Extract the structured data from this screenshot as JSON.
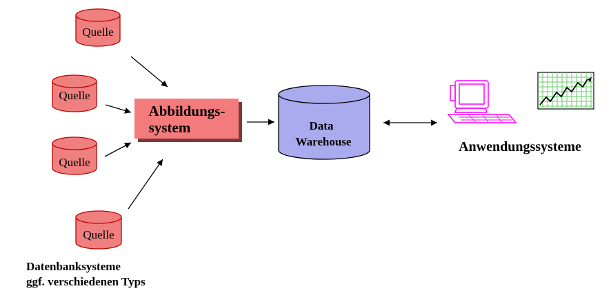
{
  "sources": {
    "label": "Quelle",
    "items": [
      {
        "label": "Quelle"
      },
      {
        "label": "Quelle"
      },
      {
        "label": "Quelle"
      },
      {
        "label": "Quelle"
      }
    ],
    "caption_line1": "Datenbanksysteme",
    "caption_line2": "ggf. verschiedenen Typs",
    "color": "#f08080"
  },
  "mapping": {
    "line1": "Abbildungs-",
    "line2": "system",
    "color": "#f47b7b"
  },
  "warehouse": {
    "line1": "Data",
    "line2": "Warehouse",
    "color": "#aaaaee"
  },
  "applications": {
    "label": "Anwendungssysteme",
    "computer_icon": "computer-icon",
    "chart_icon": "line-chart-icon",
    "computer_color": "#ff00ff",
    "chart_color": "#66cc66"
  }
}
